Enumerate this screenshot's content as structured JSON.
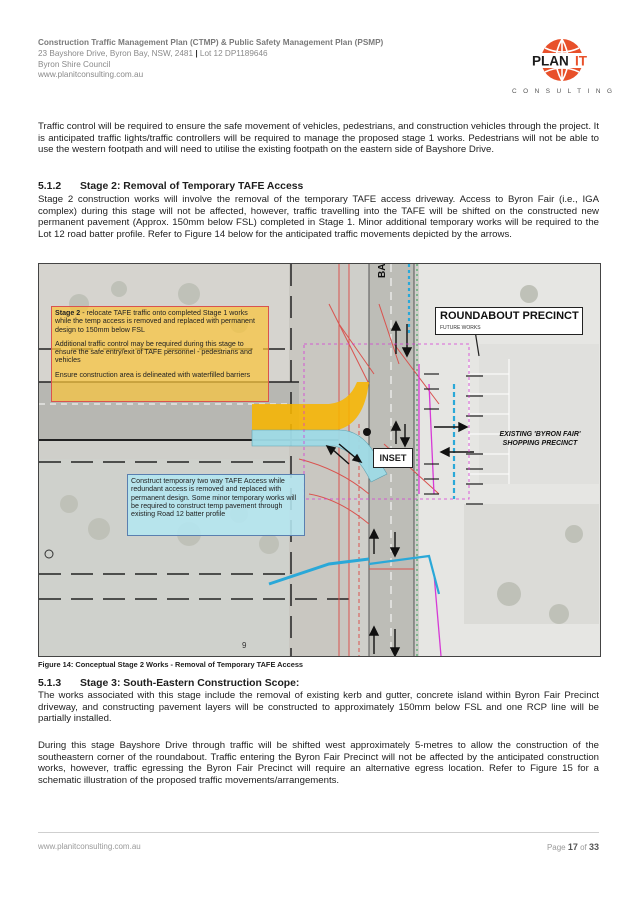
{
  "header": {
    "title": "Construction Traffic Management Plan (CTMP) & Public Safety Management Plan (PSMP)",
    "address_line": "23 Bayshore Drive, Byron Bay, NSW, 2481",
    "separator": "|",
    "lot_line": "Lot 12 DP1189646",
    "council": "Byron Shire Council",
    "website": "www.planitconsulting.com.au"
  },
  "logo": {
    "text_a": "PLAN",
    "text_b": "IT",
    "subtitle": "CONSULTING",
    "accent": "#e8502a"
  },
  "body": {
    "intro_paragraph": "Traffic control will be required to ensure the safe movement of vehicles, pedestrians, and construction vehicles through the project. It is anticipated traffic lights/traffic controllers will be required to manage the proposed stage 1 works. Pedestrians will not be able to use the western footpath and will need to utilise the existing footpath on the eastern side of Bayshore Drive.",
    "section_512": {
      "number": "5.1.2",
      "title": "Stage 2: Removal of Temporary TAFE Access",
      "paragraph": "Stage 2 construction works will involve the removal of the temporary TAFE access driveway. Access to Byron Fair (i.e., IGA complex) during this stage will not be affected, however, traffic travelling into the TAFE will be shifted on the constructed new permanent pavement (Approx. 150mm below FSL) completed in Stage 1. Minor additional temporary works will be required to the Lot 12 road batter profile. Refer to Figure 14 below for the anticipated traffic movements depicted by the arrows."
    },
    "section_513": {
      "number": "5.1.3",
      "title": "Stage 3: South-Eastern Construction Scope:",
      "paragraph_1": "The works associated with this stage include the removal of existing kerb and gutter, concrete island within Byron Fair Precinct driveway, and constructing pavement layers will be constructed to approximately 150mm below FSL and one RCP line will be partially installed.",
      "paragraph_2": "During this stage Bayshore Drive through traffic will be shifted west approximately 5-metres to allow the construction of the southeastern corner of the roundabout. Traffic entering the Byron Fair Precinct will not be affected by the anticipated construction works, however, traffic egressing the Byron Fair Precinct will require an alternative egress location. Refer to Figure 15 for a schematic illustration of the proposed traffic movements/arrangements."
    }
  },
  "figure": {
    "caption": "Figure 14: Conceptual Stage 2 Works - Removal of Temporary TAFE Access",
    "stage2_note": {
      "lead": "Stage 2",
      "line1": " - relocate TAFE traffic onto completed Stage 1 works while the temp access is removed and replaced with permanent design to 150mm below FSL",
      "line2": "Additional traffic control may be required during this stage to ensure the safe entry/exit of TAFE personnel - pedestrians and vehicles",
      "line3": "Ensure construction area is delineated with waterfilled barriers"
    },
    "blue_note": "Construct temporary two way TAFE Access while redundant access is removed and replaced with permanent design. Some minor temporary works will be required to construct temp pavement through existing Road 12 batter profile",
    "roundabout_title": "ROUNDABOUT PRECINCT",
    "roundabout_sub": "FUTURE WORKS",
    "inset_label": "INSET",
    "shopping_label": "EXISTING 'BYRON FAIR' SHOPPING PRECINCT",
    "road_label": "BA",
    "lot_label": "9",
    "colors": {
      "orange": "#f7b500",
      "blue": "#9fdbe6",
      "red": "#d9534f",
      "magenta": "#d63ad6"
    }
  },
  "footer": {
    "website": "www.planitconsulting.com.au",
    "page_prefix": "Page ",
    "page_number": "17",
    "page_of": " of ",
    "page_total": "33"
  }
}
